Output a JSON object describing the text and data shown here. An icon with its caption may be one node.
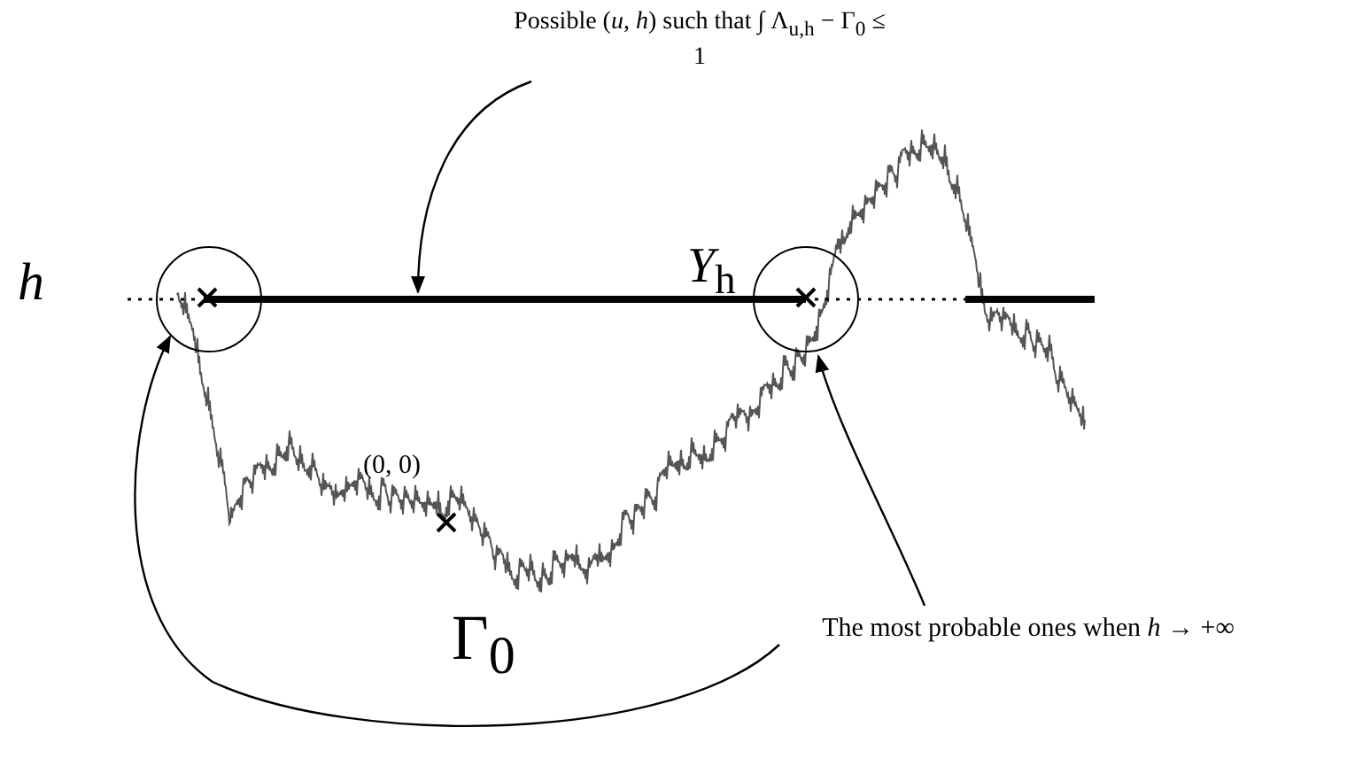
{
  "diagram": {
    "nodes": [
      {
        "text": [
          "Possible (*u*, *h*) such that ∫ Λ$_{u,h}$ − Γ$_{0}$ ≤ 1"
        ]
      },
      {
        "text": [],
        "shape": "bar"
      },
      {
        "text": [],
        "shape": "circle"
      },
      {
        "text": [],
        "shape": "circle"
      },
      {
        "text": [
          "The most probable ones when *h* → +∞"
        ]
      }
    ],
    "edges": [
      {
        "from": 0,
        "to": 1,
        "arrow": "to"
      },
      {
        "from": 4,
        "to": 3,
        "arrow": "to"
      },
      {
        "from": 4,
        "to": 2,
        "arrow": "to"
      }
    ],
    "labels": [
      "*h*",
      "*Y*$_{h}$",
      "(0, 0)",
      "Γ$_{0}$"
    ]
  }
}
